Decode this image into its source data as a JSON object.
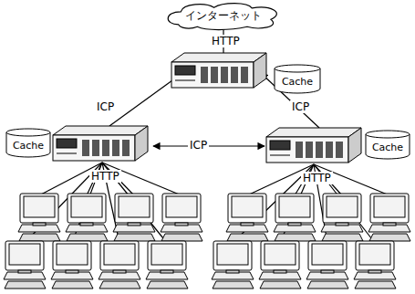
{
  "diagram": {
    "nodes": [
      {
        "text": [
          "インターネット"
        ]
      },
      {
        "text": [
          "Cache"
        ]
      },
      {
        "text": [
          "Cache"
        ]
      },
      {
        "text": [
          "Cache"
        ]
      }
    ],
    "labels": [
      "HTTP",
      "ICP",
      "ICP",
      "ICP",
      "HTTP",
      "HTTP"
    ]
  }
}
